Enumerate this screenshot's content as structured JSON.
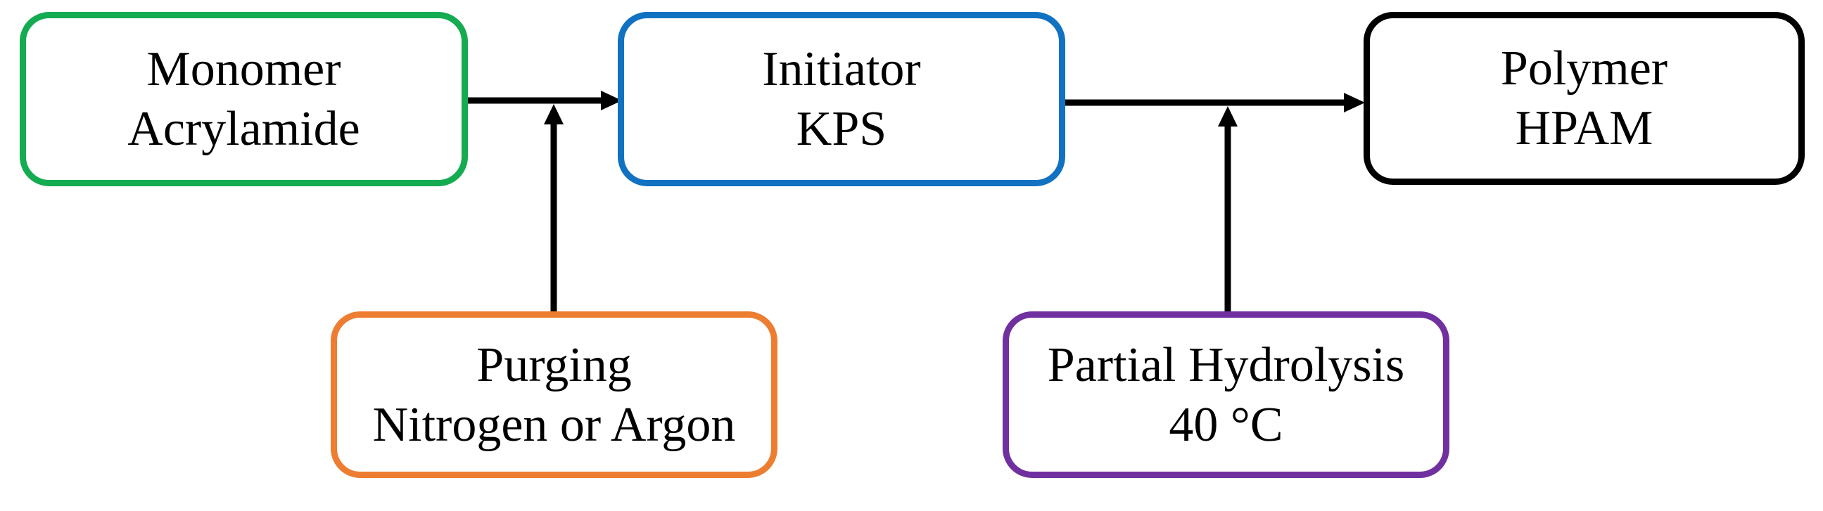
{
  "diagram": {
    "type": "flowchart",
    "background_color": "#ffffff",
    "text_color": "#000000",
    "arrow_color": "#000000",
    "nodes": [
      {
        "id": "monomer",
        "line1": "Monomer",
        "line2": "Acrylamide",
        "border_color": "#14AB51"
      },
      {
        "id": "initiator",
        "line1": "Initiator",
        "line2": "KPS",
        "border_color": "#1172C2"
      },
      {
        "id": "polymer",
        "line1": "Polymer",
        "line2": "HPAM",
        "border_color": "#000000"
      },
      {
        "id": "purging",
        "line1": "Purging",
        "line2": "Nitrogen or Argon",
        "border_color": "#ED7D31"
      },
      {
        "id": "hydrolysis",
        "line1": "Partial Hydrolysis",
        "line2": "40 °C",
        "border_color": "#7030A0"
      }
    ],
    "edges": [
      {
        "from": "monomer",
        "to": "initiator",
        "direction": "right"
      },
      {
        "from": "purging",
        "to": "arrow monomer-to-initiator",
        "direction": "up"
      },
      {
        "from": "initiator",
        "to": "polymer",
        "direction": "right"
      },
      {
        "from": "hydrolysis",
        "to": "arrow initiator-to-polymer",
        "direction": "up"
      }
    ]
  }
}
